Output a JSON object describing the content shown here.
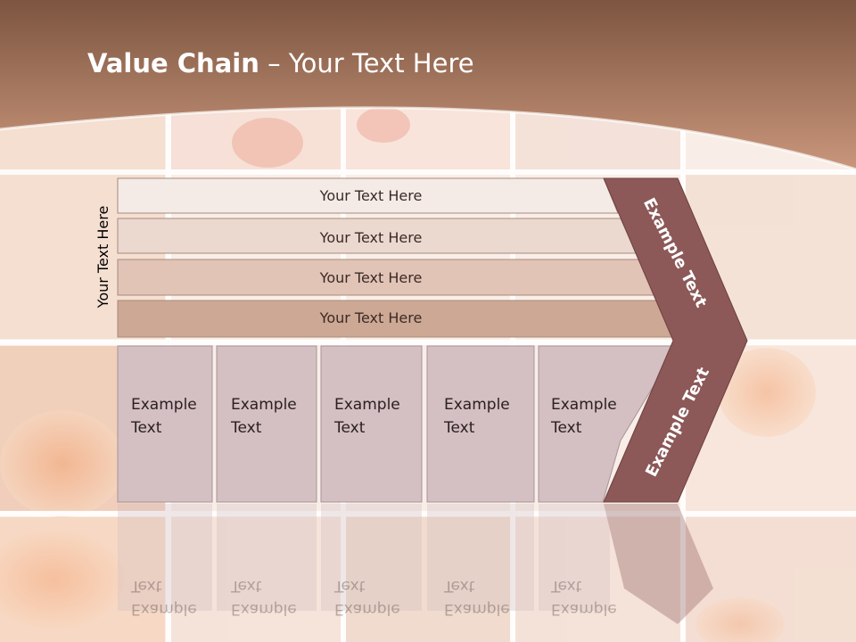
{
  "slide": {
    "title_bold": "Value Chain",
    "title_rest": " – Your Text Here"
  },
  "diagram": {
    "side_label": "Your Text Here",
    "rows": [
      {
        "label": "Your Text Here",
        "fill": "#f4ebe7"
      },
      {
        "label": "Your Text Here",
        "fill": "#ebd8cf"
      },
      {
        "label": "Your Text Here",
        "fill": "#e1c4b6"
      },
      {
        "label": "Your Text Here",
        "fill": "#cda894"
      }
    ],
    "boxes": [
      {
        "line1": "Example",
        "line2": "Text"
      },
      {
        "line1": "Example",
        "line2": "Text"
      },
      {
        "line1": "Example",
        "line2": "Text"
      },
      {
        "line1": "Example",
        "line2": "Text"
      },
      {
        "line1": "Example",
        "line2": "Text"
      }
    ],
    "chevron_top": "Example Text",
    "chevron_bottom": "Example Text",
    "colors": {
      "box_fill": "#d4bfc2",
      "chevron_fill": "#8c5858",
      "header_brown": "#b07a5e"
    }
  }
}
